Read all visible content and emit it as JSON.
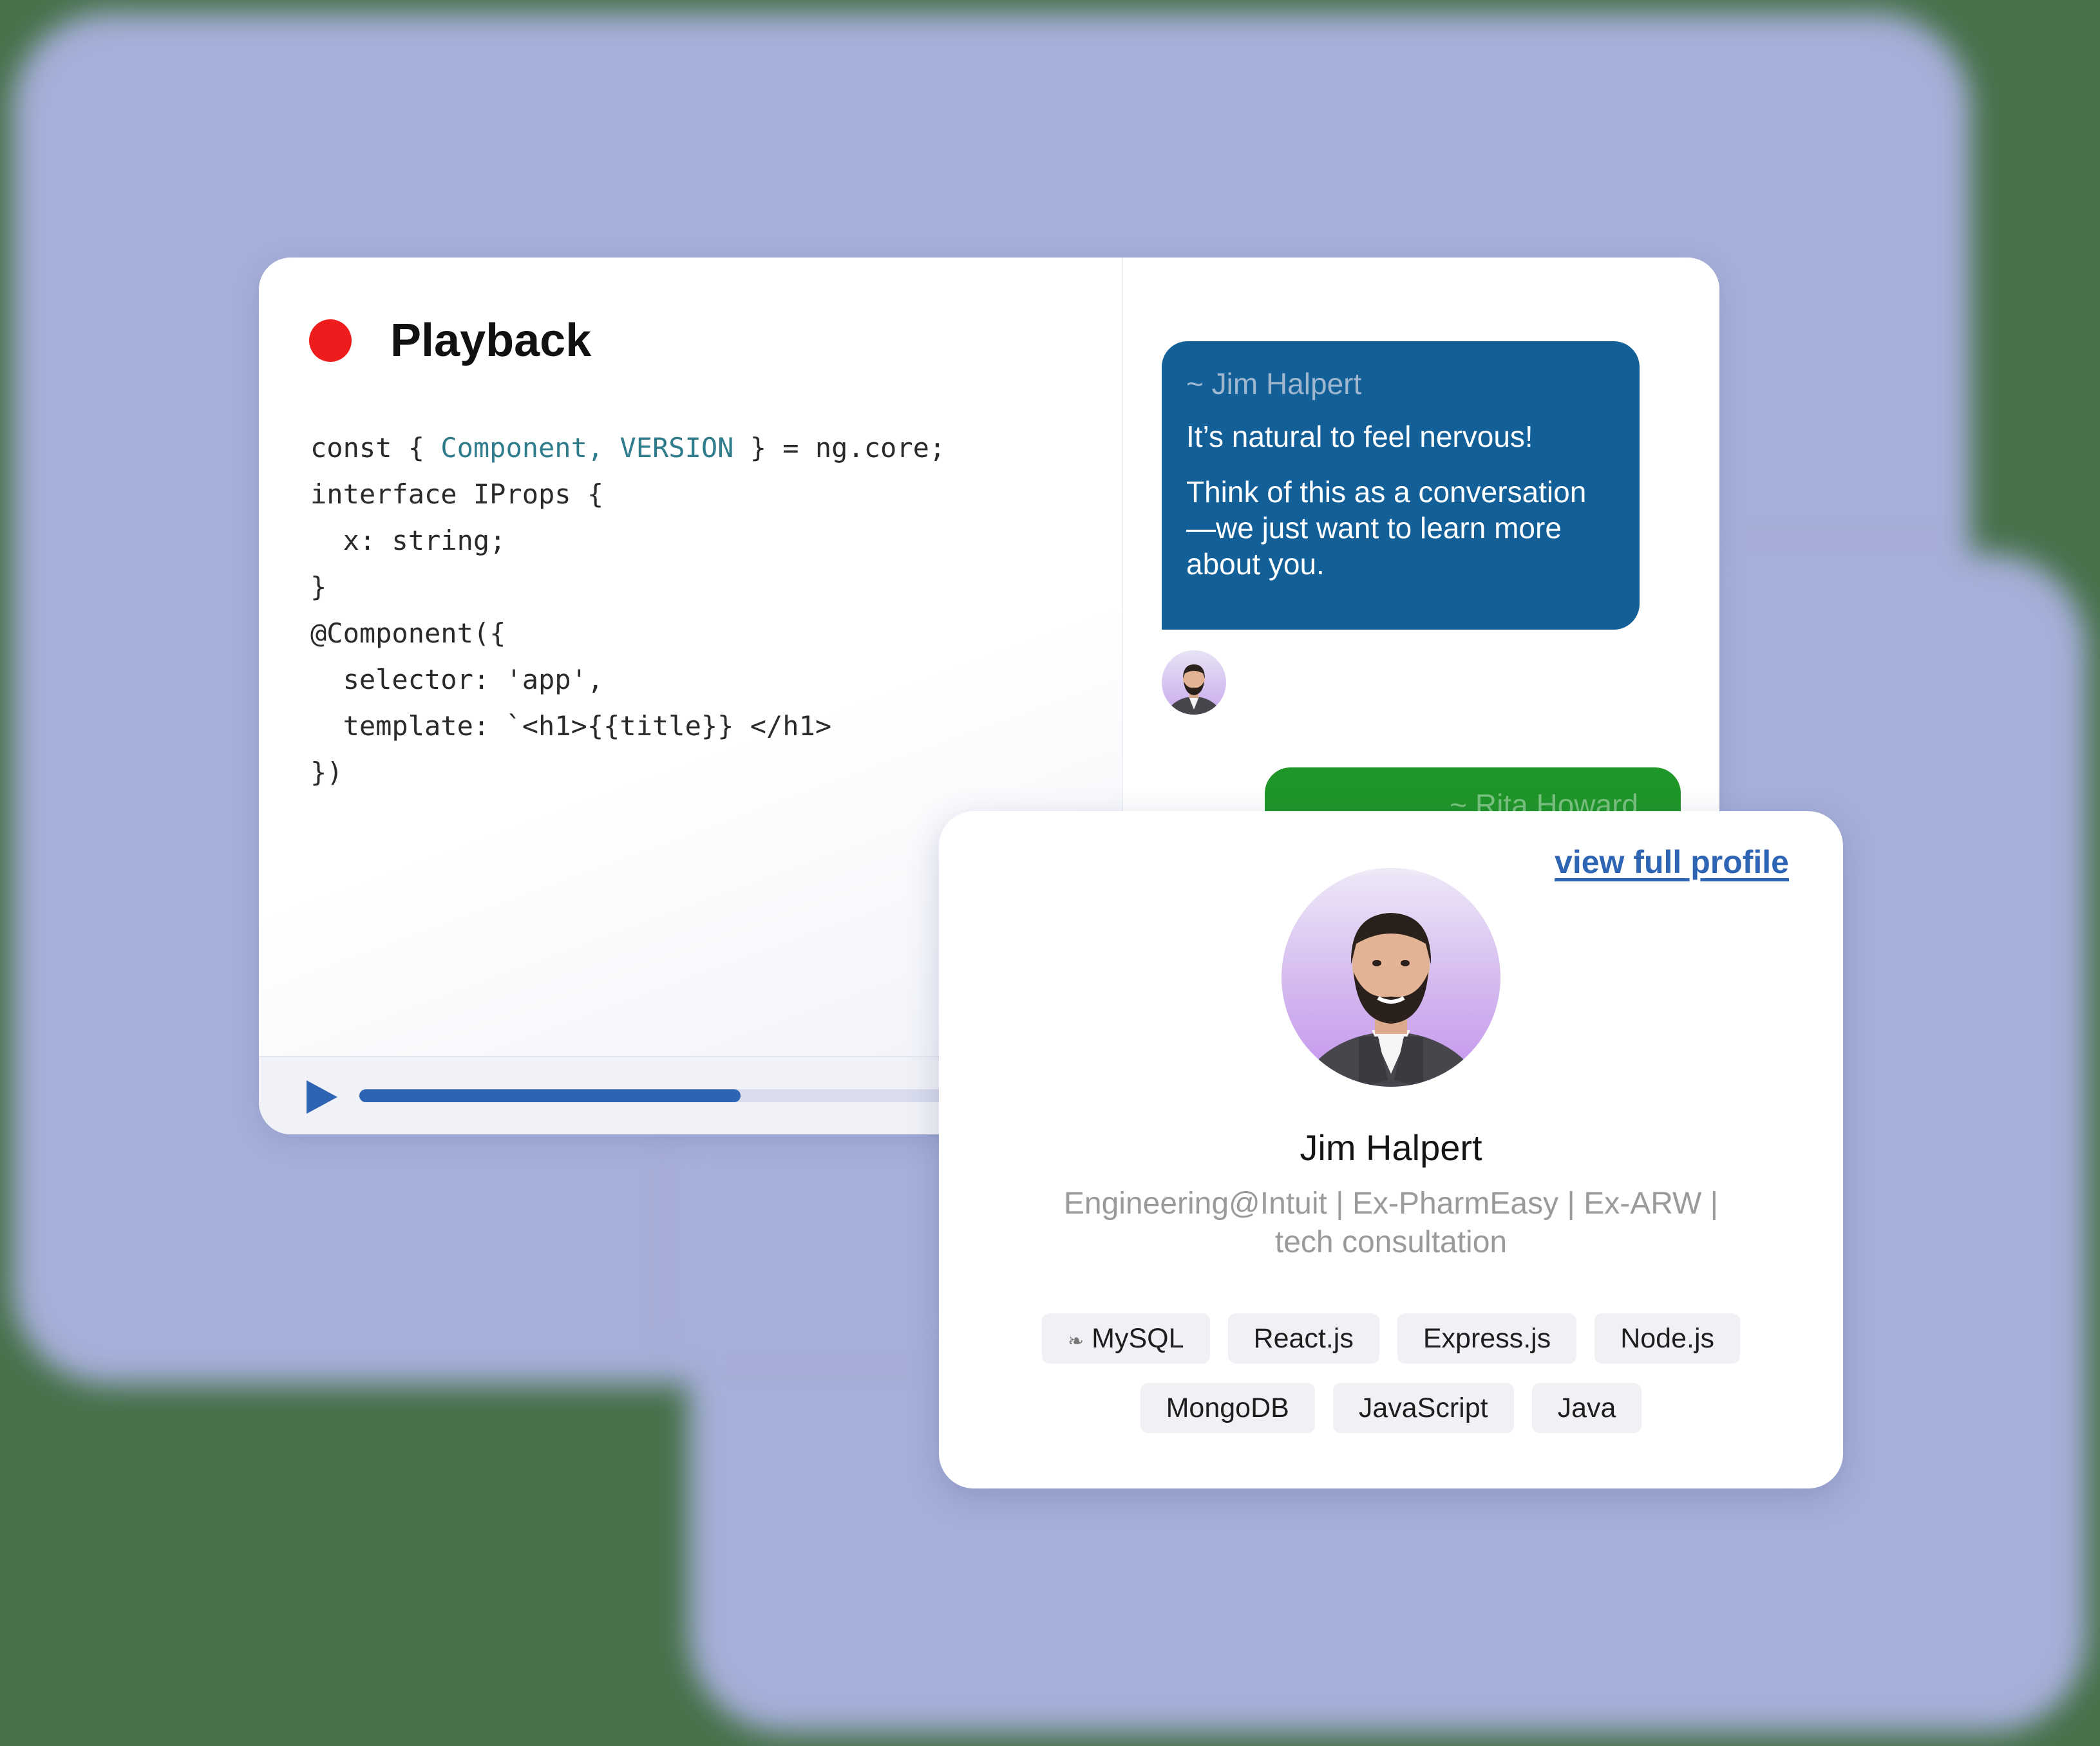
{
  "player": {
    "title": "Playback",
    "code_lines": [
      {
        "pre": "const { ",
        "hl": "Component, VERSION",
        "post": " } = ng.core;"
      },
      {
        "pre": "interface IProps {",
        "hl": "",
        "post": ""
      },
      {
        "pre": "  x: string;",
        "hl": "",
        "post": ""
      },
      {
        "pre": "}",
        "hl": "",
        "post": ""
      },
      {
        "pre": "@Component({",
        "hl": "",
        "post": ""
      },
      {
        "pre": "  selector: 'app',",
        "hl": "",
        "post": ""
      },
      {
        "pre": "  template: `<h1>{{title}} </h1>",
        "hl": "",
        "post": ""
      },
      {
        "pre": "})",
        "hl": "",
        "post": ""
      }
    ],
    "progress_fraction": 0.5,
    "colors": {
      "record": "#ee1c1c",
      "code_highlight": "#2f7d8c",
      "progress": "#2d64b3"
    }
  },
  "chat": {
    "message1": {
      "author": "~ Jim Halpert",
      "paragraphs": [
        "It’s natural to feel nervous!",
        "Think of this as a conversation—we just want to learn more about you."
      ],
      "color": "#135f98"
    },
    "message2": {
      "author": "~ Rita Howard",
      "color": "#1f9628"
    }
  },
  "profile": {
    "link_text": "view full profile",
    "name": "Jim Halpert",
    "bio": "Engineering@Intuit | Ex-PharmEasy | Ex-ARW | tech consultation",
    "tags_row1": [
      "MySQL",
      "React.js",
      "Express.js",
      "Node.js"
    ],
    "tags_row2": [
      "MongoDB",
      "JavaScript",
      "Java"
    ],
    "tag_icons": {
      "MySQL": "dolphin-icon"
    },
    "link_color": "#2d64b3"
  }
}
